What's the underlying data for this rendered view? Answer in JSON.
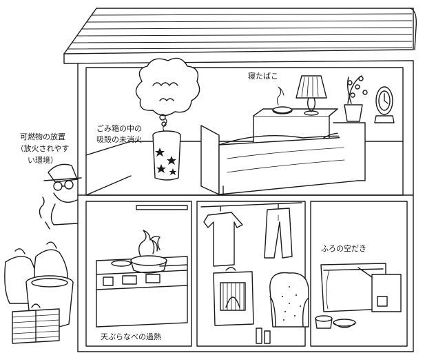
{
  "labels": {
    "outside": [
      "可燃物の放置",
      "（放火されやす",
      "い環境）"
    ],
    "trash_can_cigarette": [
      "ごみ箱の中の",
      "吸殻の未消火"
    ],
    "bed_smoking": "寝たばこ",
    "bath_heating": "ふろの空だき",
    "tempura_overheat": "天ぷらなべの過熱"
  }
}
